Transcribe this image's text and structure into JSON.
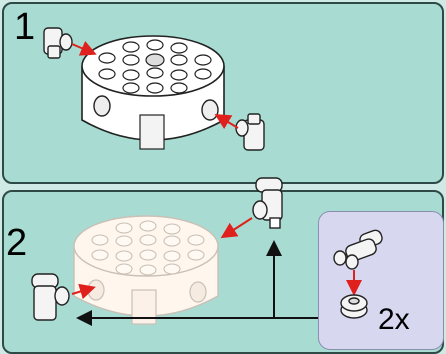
{
  "steps": [
    {
      "number": "1"
    },
    {
      "number": "2"
    }
  ],
  "subassembly": {
    "count": "2x"
  },
  "colors": {
    "background": "#a8dcd3",
    "panel_border": "#2e4a47",
    "brick_white": "#ffffff",
    "brick_ghost": "#fff6ee",
    "arrow_red": "#e0201c",
    "subassembly_bg": "#d7d8ef"
  },
  "icons": [
    "round-brick-icon",
    "clip-piece-icon",
    "binoculars-piece-icon",
    "round-plate-icon",
    "red-arrow-icon",
    "black-arrow-icon"
  ]
}
